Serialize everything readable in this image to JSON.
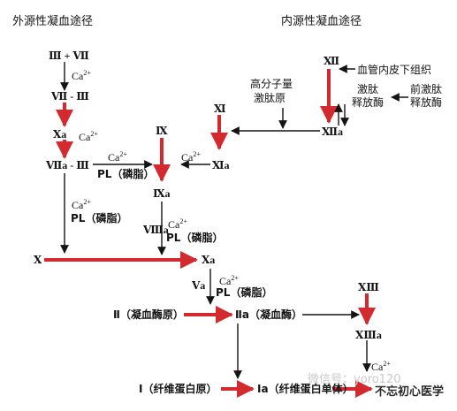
{
  "titles": {
    "extrinsic": "外源性凝血途径",
    "intrinsic": "内源性凝血途径"
  },
  "nodes": {
    "f3_f7": "Ⅲ + Ⅶ",
    "f7_f3": "Ⅶ - Ⅲ",
    "f10a_top": "Ⅹa",
    "f7a_f3": "Ⅶa - Ⅲ",
    "f9": "Ⅸ",
    "f9a": "Ⅸa",
    "f8a": "Ⅷa",
    "f11": "Ⅺ",
    "f11a": "Ⅺa",
    "f12": "Ⅻ",
    "f12a": "Ⅻa",
    "hmwk_line1": "高分子量",
    "hmwk_line2": "激肽原",
    "subendo": "血管内皮下组织",
    "kin_rel_1": "激肽",
    "kin_rel_2": "释放酶",
    "prekal_1": "前激肽",
    "prekal_2": "释放酶",
    "f10": "Ⅹ",
    "f10a": "Ⅹa",
    "f5a": "Ⅴa",
    "prothrombin": "Ⅱ（凝血酶原）",
    "thrombin": "Ⅱa（凝血酶）",
    "f13": "ⅩⅢ",
    "f13a": "ⅩⅢa",
    "fibrinogen": "Ⅰ（纤维蛋白原）",
    "fibrin_mono": "Ⅰa（纤维蛋白单体）"
  },
  "cofactors": {
    "ca": "Ca",
    "ca_sup": "2+",
    "pl": "PL（磷脂）"
  },
  "watermark": {
    "wechat": "微信号：",
    "id": "yoro120",
    "account": "不忘初心医学"
  },
  "colors": {
    "red_arrow": "#d22a2f",
    "black": "#141414"
  }
}
